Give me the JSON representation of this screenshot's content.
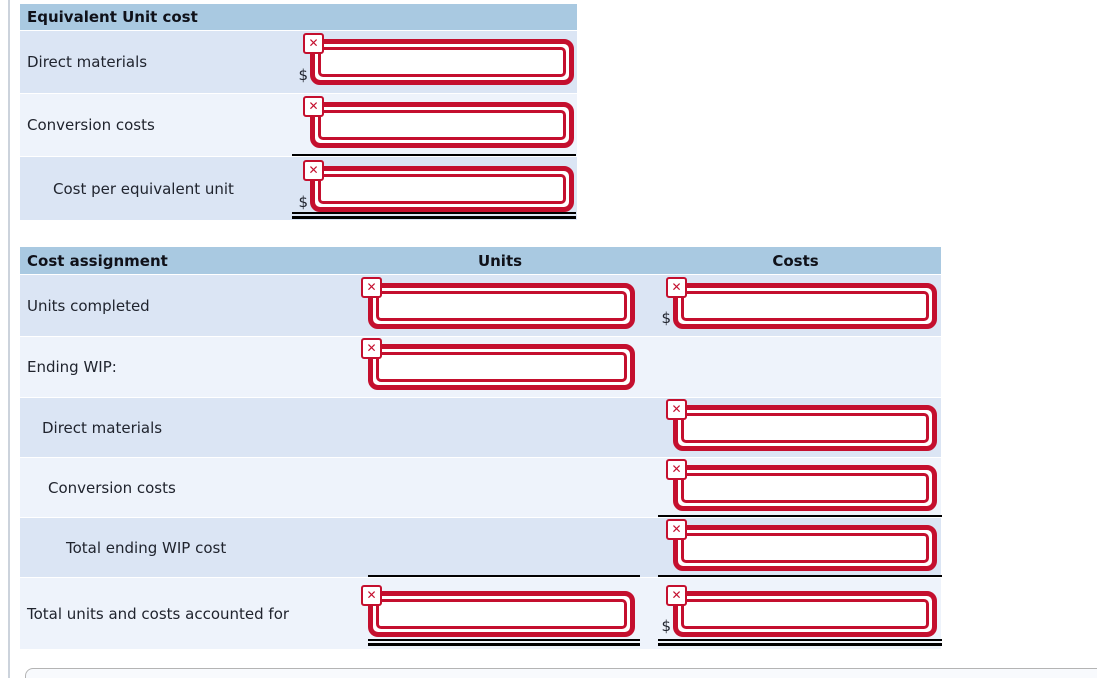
{
  "palette": {
    "header_bg": "#a9c9e1",
    "row_dark_bg": "#dbe5f4",
    "row_light_bg": "#eef3fb",
    "error_red": "#c40f2e",
    "underline_black": "#000000"
  },
  "icons": {
    "incorrect_mark": "✕"
  },
  "equivalent_unit_cost": {
    "title": "Equivalent Unit cost",
    "rows": [
      {
        "label": "Direct materials",
        "input": {
          "prefix": "$",
          "value": "",
          "status": "incorrect"
        }
      },
      {
        "label": "Conversion costs",
        "input": {
          "prefix": "",
          "value": "",
          "status": "incorrect"
        }
      },
      {
        "label": "Cost per equivalent unit",
        "input": {
          "prefix": "$",
          "value": "",
          "status": "incorrect"
        }
      }
    ]
  },
  "cost_assignment": {
    "title": "Cost assignment",
    "columns": {
      "units": "Units",
      "costs": "Costs"
    },
    "rows": [
      {
        "label": "Units completed",
        "units": {
          "value": "",
          "status": "incorrect"
        },
        "costs": {
          "prefix": "$",
          "value": "",
          "status": "incorrect"
        }
      },
      {
        "label": "Ending WIP:",
        "units": {
          "value": "",
          "status": "incorrect"
        }
      },
      {
        "label": "Direct materials",
        "costs": {
          "prefix": "",
          "value": "",
          "status": "incorrect"
        }
      },
      {
        "label": "Conversion costs",
        "costs": {
          "prefix": "",
          "value": "",
          "status": "incorrect"
        }
      },
      {
        "label": "Total ending WIP cost",
        "costs": {
          "prefix": "",
          "value": "",
          "status": "incorrect"
        }
      },
      {
        "label": "Total units and costs accounted for",
        "units": {
          "value": "",
          "status": "incorrect"
        },
        "costs": {
          "prefix": "$",
          "value": "",
          "status": "incorrect"
        }
      }
    ]
  }
}
